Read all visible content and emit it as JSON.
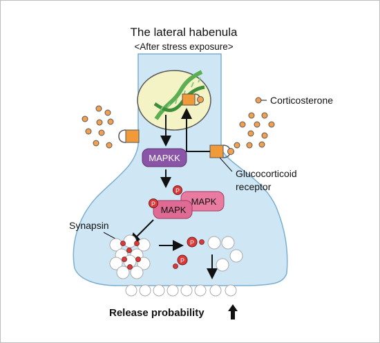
{
  "title": "The lateral habenula",
  "subtitle": "<After stress exposure>",
  "labels": {
    "corticosterone": "Corticosterone",
    "glucocorticoid_line1": "Glucocorticoid",
    "glucocorticoid_line2": "receptor",
    "mapkk": "MAPKK",
    "mapk_front": "MAPK",
    "mapk_back": "MAPK",
    "phospho": "P",
    "synapsin": "Synapsin",
    "release": "Release probability"
  },
  "colors": {
    "neuron_fill": "#cfe6f4",
    "neuron_stroke": "#7aaed0",
    "nucleus_fill": "#f3f3c6",
    "receptor": "#f09a3a",
    "corticosterone": "#f0a050",
    "mapkk": "#8a55a6",
    "mapk": "#e97aa0",
    "phospho": "#d63a3a",
    "dna_green": "#5cae52"
  },
  "icons": [
    "dna-helix-icon",
    "up-arrow-icon"
  ]
}
